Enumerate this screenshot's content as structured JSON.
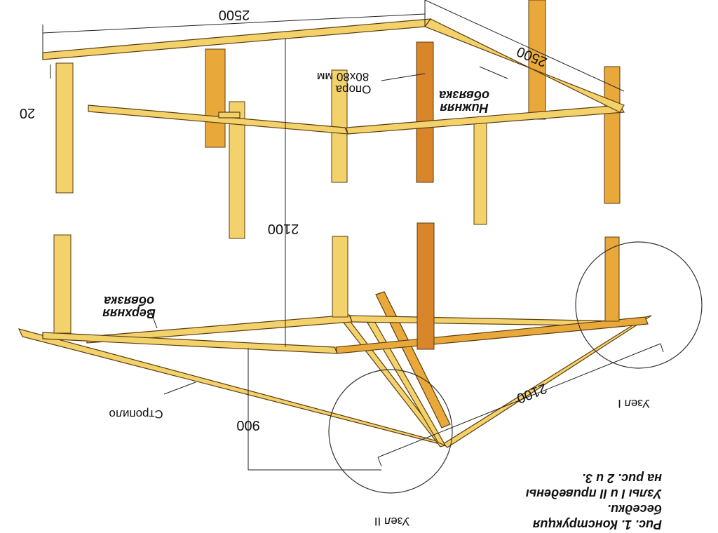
{
  "dimensions": {
    "width_top": "2500",
    "depth": "2500",
    "height": "2100",
    "beam": "20",
    "rafter_len": "2100",
    "rise": "900"
  },
  "labels": {
    "support_line1": "Опора",
    "support_line2": "80x80 мм",
    "lower_line1": "Нижняя",
    "lower_line2": "обвязка",
    "upper_line1": "Верхняя",
    "upper_line2": "обвязка",
    "rafter": "Стропило",
    "node1": "Узел I",
    "node2": "Узел II"
  },
  "caption": {
    "line1": "Рис. 1. Конструкция",
    "line2": "беседки.",
    "line3": "Узлы I и II приведены",
    "line4": "на рис. 2 и 3."
  },
  "colors": {
    "wood_light": "#f3d26b",
    "wood_mid": "#e9a93a",
    "wood_dark": "#d9862a",
    "outline": "#5a3b10"
  }
}
